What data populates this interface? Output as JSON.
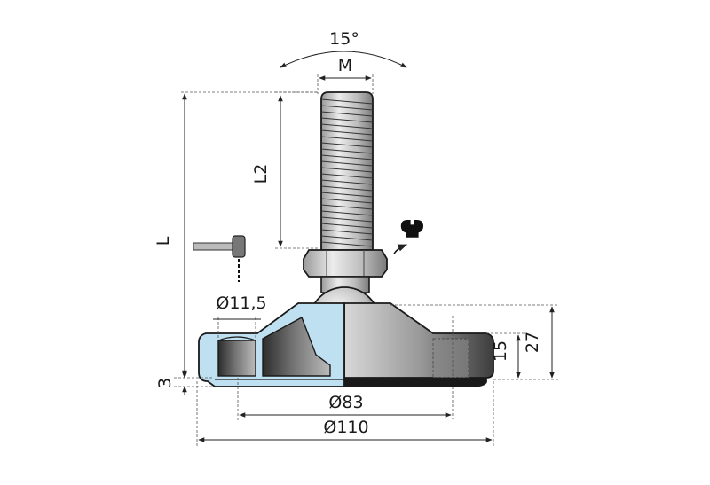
{
  "labels": {
    "angle": "15°",
    "thread": "M",
    "total_length": "L",
    "thread_length": "L2",
    "hole_diameter": "Ø11,5",
    "height_27": "27",
    "height_15": "15",
    "pad_3": "3",
    "diameter_83": "Ø83",
    "diameter_110": "Ø110"
  },
  "icons": [
    "wrench-icon",
    "hex-key-icon"
  ],
  "colors": {
    "steel": "#c8c8c8",
    "base_dark": "#4a4a4a",
    "cutaway_fill": "#bfe0f0",
    "outline": "#1a1a1a"
  }
}
